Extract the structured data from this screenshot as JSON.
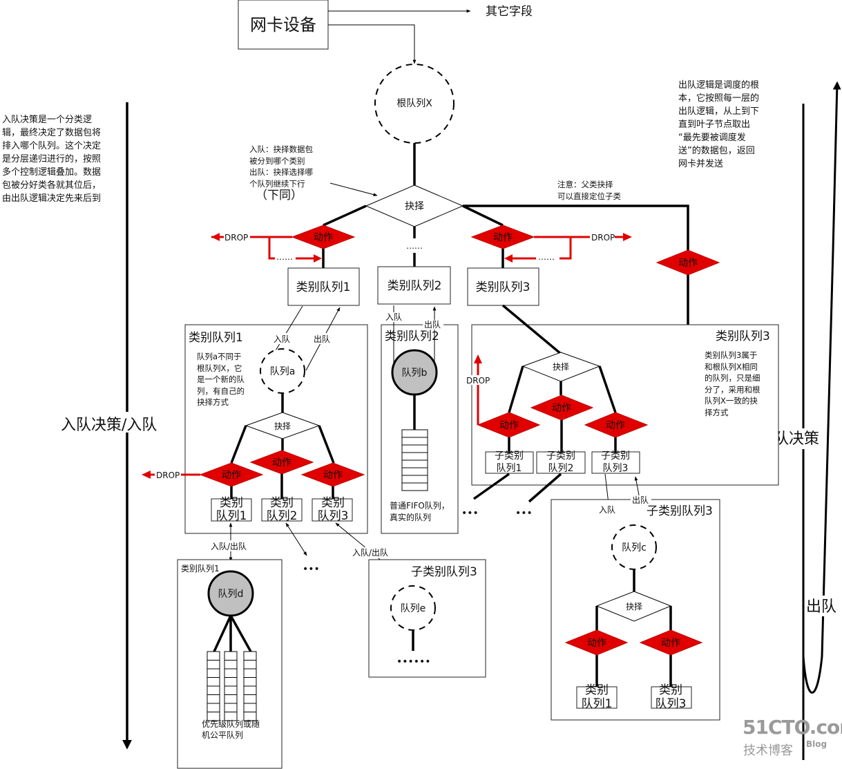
{
  "nic": {
    "label": "网卡设备",
    "other_fields": "其它字段"
  },
  "root_queue": {
    "label": "根队列X"
  },
  "left_note": "入队决策是一个分类逻\n辑，最终决定了数据包将\n排入哪个队列。这个决定\n是分层递归进行的，按照\n多个控制逻辑叠加。数据\n包被分好类各就其位后，\n由出队逻辑决定先来后到",
  "right_note": "出队逻辑是调度的根\n本，它按照每一层的\n出队逻辑，从上到下\n直到叶子节点取出\n“最先要被调度发\n送”的数据包，返回\n网卡并发送",
  "select_note": "入队：抉择数据包\n被分到哪个类别\n出队：抉择选择哪\n个队列继续下行",
  "select_note_same": "（下同）",
  "parent_note": "注意：父类抉择\n可以直接定位子类",
  "labels": {
    "select": "抉择",
    "action": "动作",
    "drop": "DROP",
    "ellipsis": "……",
    "dots": "•••",
    "enqueue": "入队",
    "dequeue": "出队",
    "enqueue_dequeue": "入队/出队"
  },
  "axis": {
    "left_label": "入队决策/入队",
    "right_label": "出队决策",
    "right_arrow_label": "出队"
  },
  "classes": [
    "类别队列1",
    "类别队列2",
    "类别队列3"
  ],
  "class1_panel": {
    "title": "类别队列1",
    "queue": "队列a",
    "note": "队列a不同于\n根队列X，它\n是一个新的队\n列，有自己的\n抉择方式",
    "children": [
      "类别\n队列1",
      "类别\n队列2",
      "类别\n队列3"
    ]
  },
  "class2_panel": {
    "title": "类别队列2",
    "queue": "队列b",
    "note": "普通FIFO队列，\n真实的队列"
  },
  "class3_panel": {
    "title": "类别队列3",
    "note": "类别队列3属于\n和根队列X相同\n的队列，只是细\n分了，采用和根\n队列X一致的抉\n择方式",
    "children": [
      "子类别\n队列1",
      "子类别\n队列2",
      "子类别\n队列3"
    ]
  },
  "leaf_panel_d": {
    "title": "类别队列1",
    "queue": "队列d",
    "note": "优先级队列或随\n机公平队列"
  },
  "sub_panel_e": {
    "title": "子类别队列3",
    "queue": "队列e",
    "more": "••••••"
  },
  "sub_panel_c": {
    "title": "子类别队列3",
    "queue": "队列c",
    "children": [
      "类别\n队列1",
      "类别\n队列3"
    ]
  },
  "watermark": {
    "brand": "51CTO.com",
    "sub": "技术博客",
    "tag": "Blog"
  }
}
